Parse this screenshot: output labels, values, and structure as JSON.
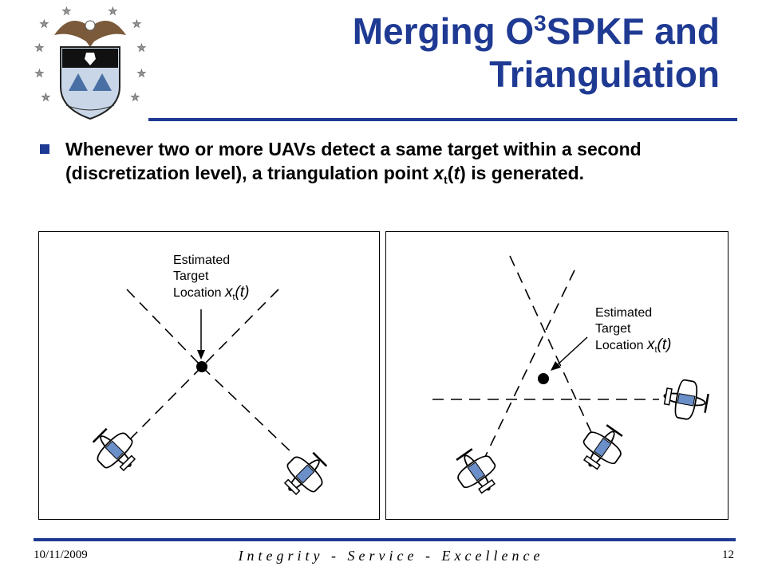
{
  "title": {
    "line1_prefix": "Merging O",
    "line1_sup": "3",
    "line1_suffix": "SPKF and",
    "line2": "Triangulation"
  },
  "bullet": {
    "part1": "Whenever two or more UAVs  detect a same target within a second (discretization level), a triangulation point ",
    "var": "x",
    "sub": "t",
    "part2": "(",
    "arg": "t",
    "part3": ") is generated."
  },
  "figure_left": {
    "label_line1": "Estimated",
    "label_line2": "Target",
    "label_line3": "Location",
    "math_var": "x",
    "math_sub": "t",
    "math_arg": "(t)"
  },
  "figure_right": {
    "label_line1": "Estimated",
    "label_line2": "Target",
    "label_line3": "Location",
    "math_var": "x",
    "math_sub": "t",
    "math_arg": "(t)"
  },
  "footer": {
    "date": "10/11/2009",
    "motto": "Integrity - Service - Excellence",
    "page": "12"
  },
  "colors": {
    "accent": "#1f3a93",
    "plane_stripe": "#6b8fc9"
  }
}
